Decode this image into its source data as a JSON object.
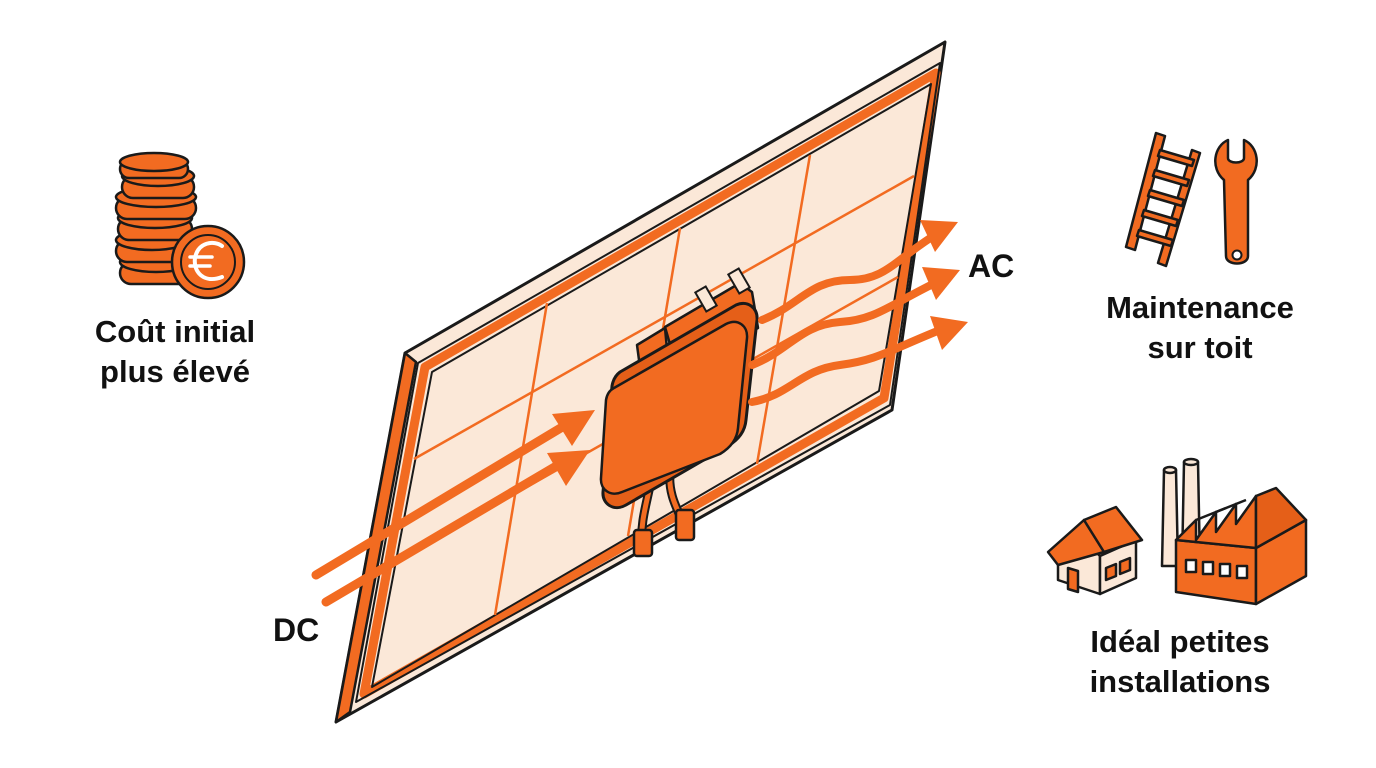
{
  "labels": {
    "cost": {
      "line1": "Coût initial",
      "line2": "plus élevé"
    },
    "maintenance": {
      "line1": "Maintenance",
      "line2": "sur toit"
    },
    "ideal": {
      "line1": "Idéal petites",
      "line2": "installations"
    },
    "ac": "AC",
    "dc": "DC"
  },
  "icons": {
    "cost": "euro-coin-stack-icon",
    "maintenance": [
      "ladder-icon",
      "wrench-icon"
    ],
    "ideal": [
      "house-icon",
      "factory-icon"
    ],
    "center": "microinverter-on-solar-panel"
  },
  "colors": {
    "accent": "#f26b21",
    "panel_fill": "#fbe8d8",
    "outline": "#1a1a1a",
    "background": "#ffffff"
  }
}
